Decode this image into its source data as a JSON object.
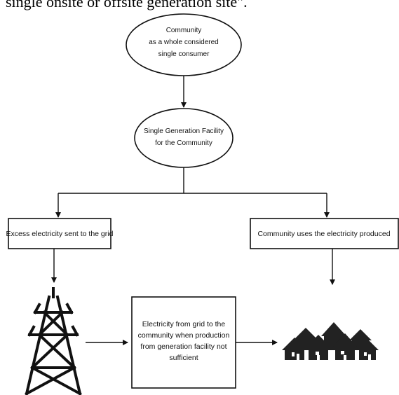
{
  "caption_fragment": "single onsite or offsite generation site\".",
  "nodes": {
    "community": {
      "lines": [
        "Community",
        "as a whole considered",
        "single consumer"
      ]
    },
    "generation": {
      "lines": [
        "Single Generation Facility",
        "for the Community"
      ]
    },
    "excess": {
      "text": "Excess electricity sent to the grid"
    },
    "uses": {
      "text": "Community uses the electricity produced"
    },
    "from_grid": {
      "lines": [
        "Electricity from grid to the",
        "community when production",
        "from generation facility not",
        "sufficient"
      ]
    }
  },
  "icons": {
    "tower": "transmission-tower-icon",
    "houses": "houses-icon"
  }
}
